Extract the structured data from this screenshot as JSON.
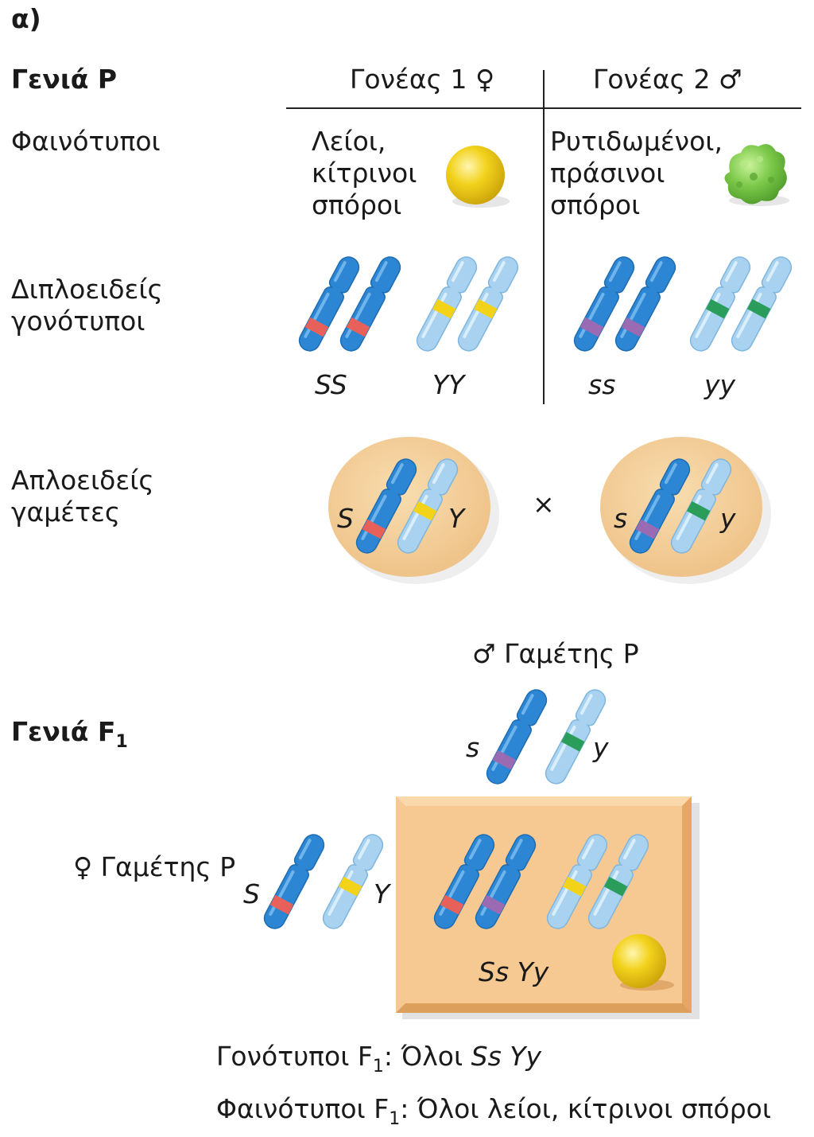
{
  "panel_label": "α)",
  "generation_p": {
    "label": "Γενιά P"
  },
  "parent1": {
    "label": "Γονέας 1",
    "symbol": "♀",
    "phenotype": "Λείοι,\nκίτρινοι\nσπόροι",
    "genotype_s": "SS",
    "genotype_y": "YY"
  },
  "parent2": {
    "label": "Γονέας 2",
    "symbol": "♂",
    "phenotype": "Ρυτιδωμένοι,\nπράσινοι\nσπόροι",
    "genotype_s": "ss",
    "genotype_y": "yy"
  },
  "rows": {
    "phenotypes": "Φαινότυποι",
    "diploid_genotypes": "Διπλοειδείς\nγονότυποι",
    "haploid_gametes": "Απλοειδείς\nγαμέτες"
  },
  "gamete1": {
    "allele_s": "S",
    "allele_y": "Y"
  },
  "gamete2": {
    "allele_s": "s",
    "allele_y": "y"
  },
  "cross_symbol": "×",
  "generation_f1": {
    "label": "Γενιά F",
    "subscript": "1"
  },
  "male_gamete": {
    "symbol": "♂",
    "label": "Γαμέτης P",
    "allele_s": "s",
    "allele_y": "y"
  },
  "female_gamete": {
    "symbol": "♀",
    "label": "Γαμέτης P",
    "allele_s": "S",
    "allele_y": "Y"
  },
  "f1_cell": {
    "genotype": "Ss Yy"
  },
  "summary": {
    "genotype_prefix": "Γονότυποι F",
    "genotype_sub": "1",
    "genotype_colon": ": Όλοι ",
    "genotype_value": "Ss Yy",
    "phenotype_prefix": "Φαινότυποι F",
    "phenotype_sub": "1",
    "phenotype_text": ": Όλοι λείοι, κίτρινοι σπόροι"
  },
  "colors": {
    "dark_chromosome": "#2d86d3",
    "light_chromosome": "#a8d2f0",
    "band_S": "#e8605a",
    "band_s": "#9a6bb3",
    "band_Y": "#f3d21a",
    "band_y": "#2a9d5a",
    "gamete_cell": "#f3cf97",
    "f1_box": "#f7c992",
    "yellow_seed": "#f2d21c",
    "green_seed": "#7cc94a"
  }
}
